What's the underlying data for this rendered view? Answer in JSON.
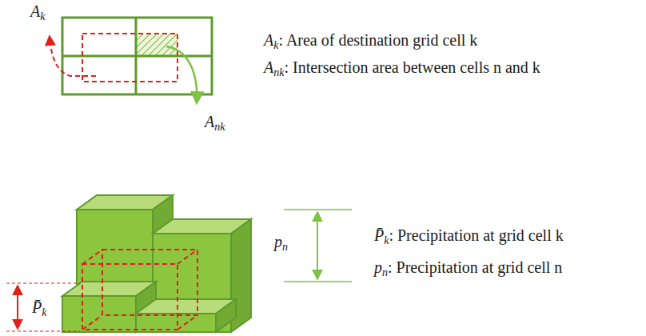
{
  "diagram": {
    "labels": [
      "Ak",
      "Ak: Area of destination grid cell k",
      "Ank: Intersection area between cells n and k",
      "Ank",
      "pn",
      "P̄k: Precipitation at grid cell k",
      "pn: Precipitation at grid cell n",
      "P̄k"
    ]
  }
}
